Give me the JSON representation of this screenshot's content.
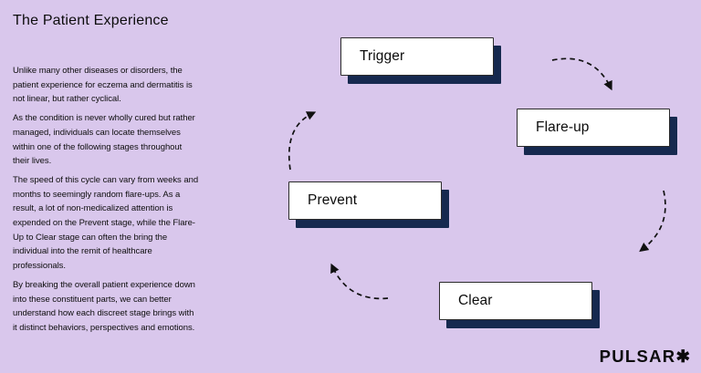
{
  "page": {
    "title": "The Patient Experience",
    "paragraphs": [
      "Unlike many other diseases or disorders, the patient experience for eczema and dermatitis is not linear, but rather cyclical.",
      "As the condition is never wholly cured but rather managed, individuals can locate themselves within one of the following stages throughout their lives.",
      "The speed of this cycle can vary from weeks and months to seemingly random flare-ups. As a result, a lot of non-medicalized attention is expended on the Prevent stage, while the Flare-Up to Clear stage can often the bring the individual into the remit of healthcare professionals.",
      "By breaking the overall patient experience down into these constituent parts, we can better understand how each discreet stage brings with it distinct behaviors, perspectives and emotions."
    ]
  },
  "diagram": {
    "type": "cycle",
    "stages": [
      {
        "label": "Trigger"
      },
      {
        "label": "Flare-up"
      },
      {
        "label": "Prevent"
      },
      {
        "label": "Clear"
      }
    ],
    "flow": [
      "Trigger",
      "Flare-up",
      "Clear",
      "Prevent",
      "Trigger"
    ]
  },
  "brand": {
    "name": "PULSAR",
    "star_icon": "✱"
  },
  "colors": {
    "background": "#D9C7EC",
    "box_fill": "#FFFFFF",
    "box_border": "#2B2B2B",
    "shadow_navy": "#16294F",
    "text": "#0D0D0D",
    "arrow": "#111111"
  }
}
